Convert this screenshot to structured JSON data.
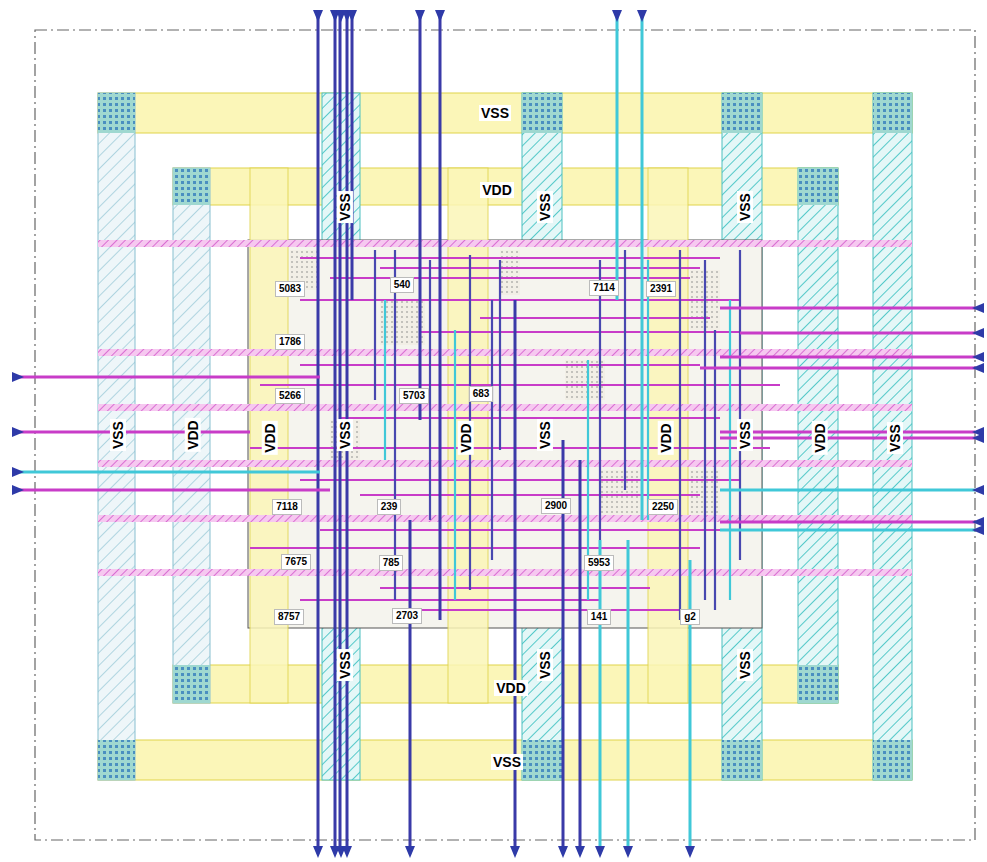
{
  "diagram": {
    "labels": [
      "VSS",
      "VDD",
      "VSS",
      "VSS",
      "VSS",
      "5083",
      "540",
      "7114",
      "2391",
      "1786",
      "5266",
      "5703",
      "683",
      "VSS",
      "VDD",
      "VDD",
      "VSS",
      "VDD",
      "VSS",
      "VDD",
      "VSS",
      "VDD",
      "VSS",
      "7118",
      "239",
      "2900",
      "2250",
      "7675",
      "785",
      "5953",
      "8757",
      "2703",
      "141",
      "g2",
      "VSS",
      "VSS",
      "VSS",
      "VDD",
      "VSS"
    ]
  }
}
